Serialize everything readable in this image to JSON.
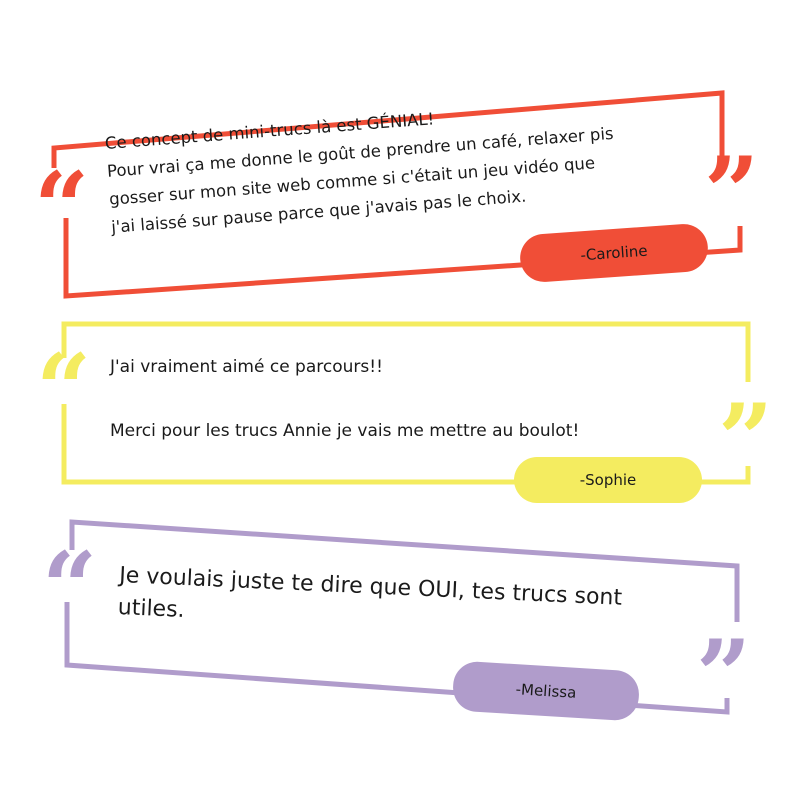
{
  "colors": {
    "red": "#F04E37",
    "yellow": "#F4EC60",
    "purple": "#B09CCB",
    "text": "#1a1a1a",
    "background": "#ffffff"
  },
  "testimonials": [
    {
      "lines": [
        "Ce concept de mini-trucs là est GÉNIAL!",
        "Pour vrai ça me donne le goût de prendre un café, relaxer pis",
        "gosser sur mon site web comme si c'était un jeu vidéo que",
        "j'ai laissé sur pause parce que j'avais pas le choix."
      ],
      "author": "-Caroline",
      "open_quote": "“",
      "close_quote": "”"
    },
    {
      "lines": [
        "J'ai vraiment aimé ce parcours!!",
        "Merci pour les trucs Annie je vais me mettre au boulot!"
      ],
      "author": "-Sophie",
      "open_quote": "“",
      "close_quote": "”"
    },
    {
      "lines": [
        "Je voulais juste te dire que OUI, tes trucs sont",
        "utiles."
      ],
      "author": "-Melissa",
      "open_quote": "“",
      "close_quote": "”"
    }
  ]
}
